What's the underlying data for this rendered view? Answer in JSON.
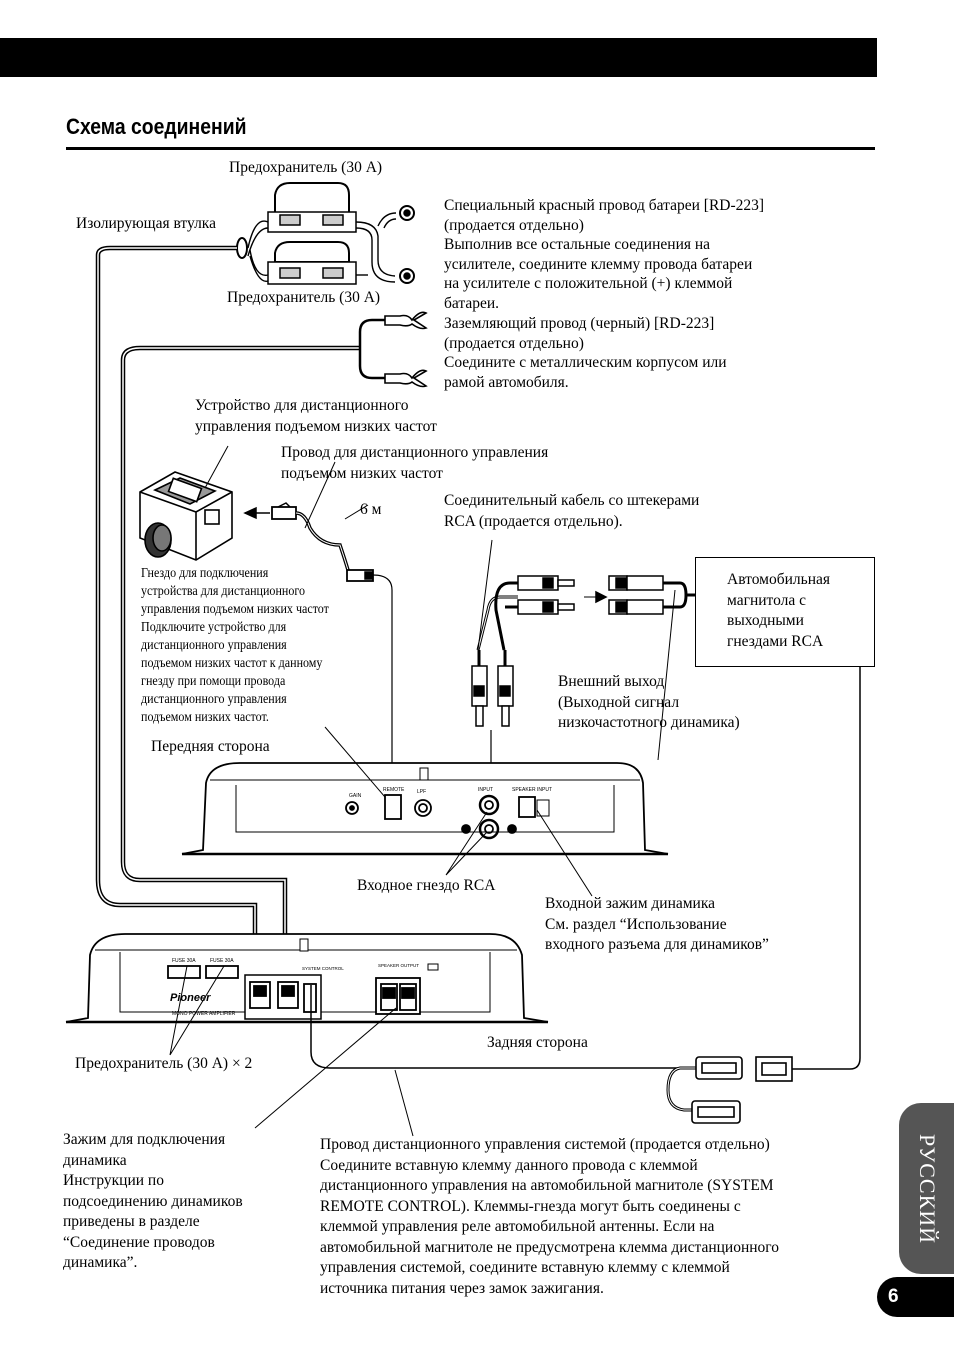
{
  "header": {
    "title": "Схема соединений"
  },
  "labels": {
    "fuse_top": "Предохранитель (30 A)",
    "fuse_bottom": "Предохранитель (30 A)",
    "grommet": "Изолирующая втулка",
    "battery_wire": [
      "Специальный красный провод батареи [RD-223]",
      "(продается отдельно)",
      "Выполнив все остальные соединения на",
      "усилителе, соедините клемму провода батареи",
      "на усилителе с положительной (+) клеммой",
      "батареи."
    ],
    "ground_wire": [
      "Заземляющий провод (черный) [RD-223]",
      "(продается отдельно)",
      "Соедините с металлическим корпусом или",
      "рамой автомобиля."
    ],
    "bass_remote_device": [
      "Устройство для дистанционного",
      "управления подъемом низких частот"
    ],
    "bass_remote_wire": [
      "Провод для дистанционного управления",
      "подъемом низких частот"
    ],
    "length": "6 м",
    "rca_cable": [
      "Соединительный кабель со штекерами",
      "RCA (продается отдельно)."
    ],
    "head_unit": [
      "Автомобильная",
      "магнитола с",
      "выходными",
      "гнездами RCA"
    ],
    "bass_jack_note": [
      "Гнездо для подключения",
      "устройства для дистанционного",
      "управления подъемом низких частот",
      "Подключите устройство для",
      "дистанционного управления",
      "подъемом низких частот к данному",
      "гнезду при помощи провода",
      "дистанционного управления",
      "подъемом низких частот."
    ],
    "external_output": [
      "Внешний выход",
      "(Выходной сигнал",
      "низкочастотного динамика)"
    ],
    "front_side": "Передняя сторона",
    "rca_input": "Входное гнездо RCA",
    "speaker_input": [
      "Входной зажим динамика",
      "См. раздел “Использование",
      "входного разъема для динамиков”"
    ],
    "rear_side": "Задняя сторона",
    "fuse_x2": "Предохранитель (30 A) × 2",
    "speaker_terminal": [
      "Зажим для подключения",
      "динамика",
      "Инструкции по",
      "подсоединению динамиков",
      "приведены в разделе",
      "“Соединение проводов",
      "динамика”."
    ],
    "system_remote": [
      "Провод дистанционного управления системой (продается отдельно)",
      "Соедините вставную клемму данного провода с клеммой",
      "дистанционного управления на автомобильной магнитоле (SYSTEM",
      "REMOTE CONTROL). Клеммы-гнезда могут быть соединены с",
      "клеммой управления реле автомобильной антенны. Если на",
      "автомобильной магнитоле не предусмотрена клемма дистанционного",
      "управления системой, соедините вставную клемму с клеммой",
      "источника питания через замок зажигания."
    ]
  },
  "panel_markings": {
    "gain": "GAIN",
    "remote": "REMOTE",
    "lpf": "LPF",
    "input": "INPUT",
    "speaker_input": "SPEAKER INPUT",
    "fuse1": "FUSE 30A",
    "fuse2": "FUSE 30A",
    "system_control": "SYSTEM CONTROL",
    "speaker_output": "SPEAKER OUTPUT",
    "brand": "Pioneer",
    "model_line": "MONO POWER AMPLIFIER"
  },
  "side_tab": "РУССКИЙ",
  "page_number": "6"
}
